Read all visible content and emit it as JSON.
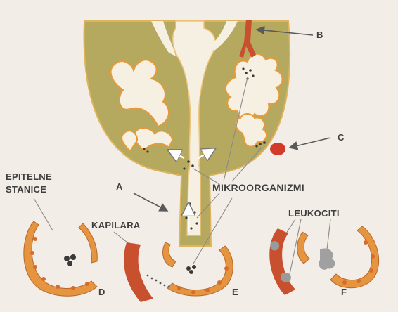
{
  "labels": {
    "a": "A",
    "b": "B",
    "c": "C",
    "d": "D",
    "e": "E",
    "f": "F",
    "epitelne_line1": "EPITELNE",
    "epitelne_line2": "STANICE",
    "kapilara": "KAPILARA",
    "mikroorganizmi": "MIKROORGANIZMI",
    "leukociti": "LEUKOCITI"
  },
  "colors": {
    "paper": "#f2ede6",
    "gland_fill": "#b5a95f",
    "lumen": "#f6f0e2",
    "outline": "#e89a3a",
    "vessel": "#c9502f",
    "cell": "#e59440",
    "nucleus": "#d96a2a",
    "text": "#3e3e3e",
    "text_accent": "#c9632e"
  }
}
